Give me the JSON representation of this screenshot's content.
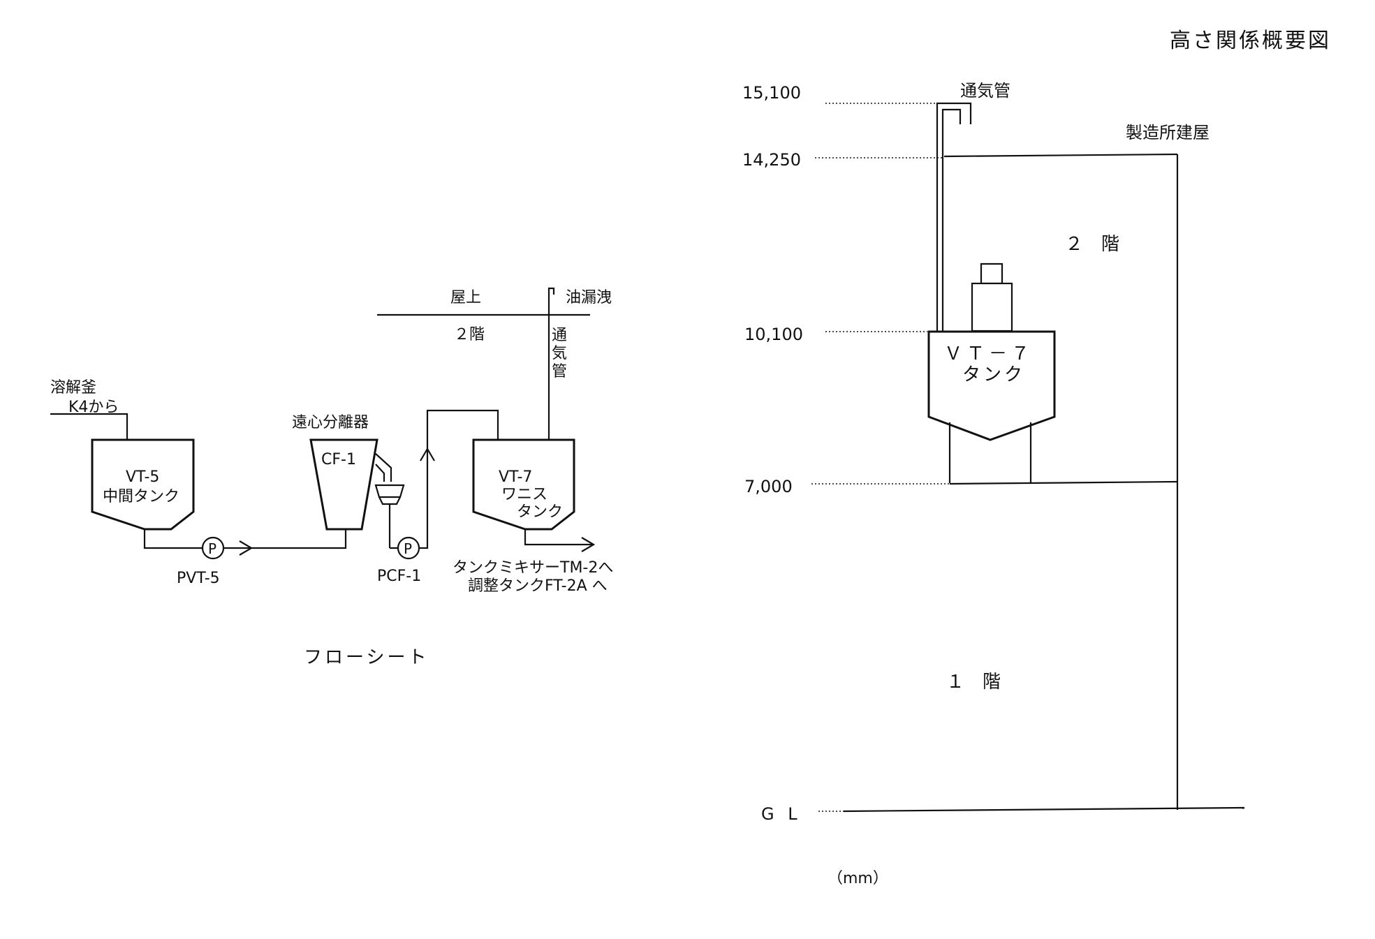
{
  "title": "高さ関係概要図",
  "flow": {
    "caption": "フローシート",
    "rooftop": "屋上",
    "floor2": "２階",
    "oil_leak": "油漏洩",
    "vent_v": [
      "通",
      "気",
      "管"
    ],
    "source_line1": "溶解釜",
    "source_line2": "K4から",
    "tank_vt5_id": "VT-5",
    "tank_vt5_name": "中間タンク",
    "pump_symbol": "P",
    "pump1": "PVT-5",
    "pump2": "PCF-1",
    "centrifuge_title": "遠心分離器",
    "centrifuge_id": "CF-1",
    "tank_vt7_id": "VT-7",
    "tank_vt7_name1": "ワニス",
    "tank_vt7_name2": "タンク",
    "dest1": "タンクミキサーTM-2へ",
    "dest2": "調整タンクFT-2A へ"
  },
  "height": {
    "levels": [
      "15,100",
      "14,250",
      "10,100",
      "7,000",
      "G L"
    ],
    "vent_label": "通気管",
    "building_label": "製造所建屋",
    "floor2": "２　階",
    "floor1": "１　階",
    "tank_id": "ＶＴ－７",
    "tank_name": "タンク",
    "unit": "（mm）"
  }
}
